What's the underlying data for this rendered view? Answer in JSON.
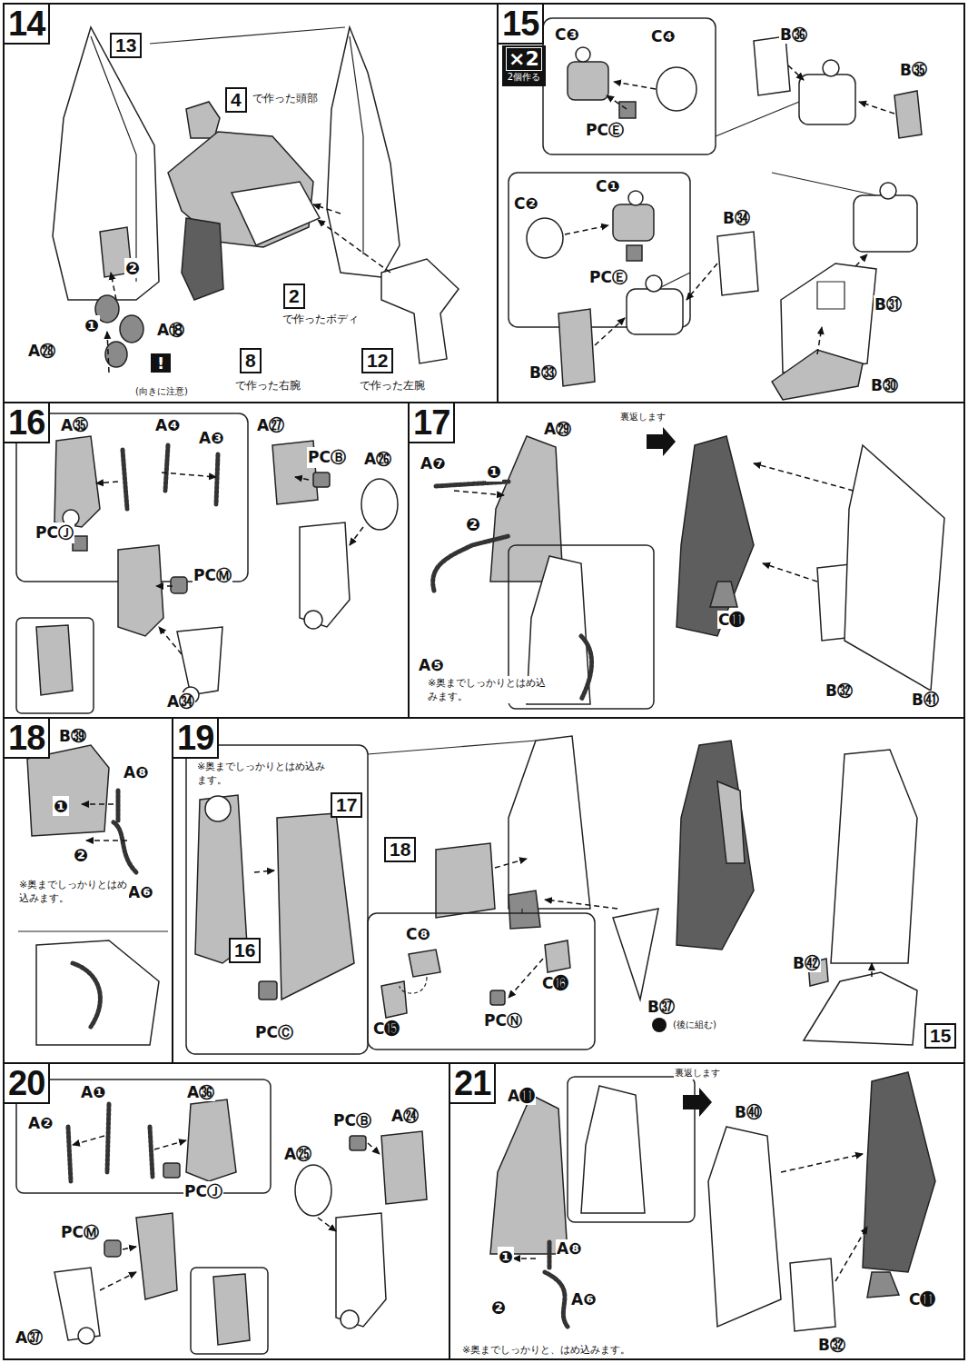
{
  "diagram": {
    "nodes": [
      {
        "text": [
          "14"
        ]
      },
      {
        "text": [
          "13"
        ],
        "in": 0
      },
      {
        "text": [
          "4"
        ],
        "in": 0
      },
      {
        "text": [
          "2"
        ],
        "in": 0
      },
      {
        "text": [
          "8"
        ],
        "in": 0
      },
      {
        "text": [
          "12"
        ],
        "in": 0
      },
      {
        "text": [
          "15"
        ]
      },
      {
        "text": [
          "×2",
          "2個作る"
        ],
        "in": 6
      },
      {
        "text": [
          "16"
        ]
      },
      {
        "text": [
          "17"
        ]
      },
      {
        "text": [
          "18"
        ]
      },
      {
        "text": [
          "19"
        ]
      },
      {
        "text": [
          "17"
        ],
        "in": 11
      },
      {
        "text": [
          "16"
        ],
        "in": 11
      },
      {
        "text": [
          "18"
        ],
        "in": 11
      },
      {
        "text": [
          "15"
        ],
        "in": 11
      },
      {
        "text": [
          "20"
        ]
      },
      {
        "text": [
          "21"
        ]
      }
    ],
    "labels": [
      "A㉘",
      "❷",
      "❶",
      "A⑱",
      "!",
      "(向きに注意)",
      "で作った頭部",
      "で作ったボディ",
      "で作った右腕",
      "で作った左腕",
      "C❸",
      "C❹",
      "PCⒺ",
      "B㊱",
      "B㉟",
      "C❶",
      "C❷",
      "PCⒺ",
      "B㉞",
      "B㉝",
      "B㉛",
      "B㉚",
      "A㉟",
      "A❹",
      "A❸",
      "PCⒿ",
      "PCⓂ",
      "A㉞",
      "A㉗",
      "PCⒷ",
      "A㉖",
      "A㉙",
      "A❼",
      "❶",
      "❷",
      "A❺",
      "※奥までしっかりとはめ込みます。",
      "裏返します",
      "C⓫",
      "B㉜",
      "B㊶",
      "B㊴",
      "A❽",
      "❶",
      "❷",
      "A❻",
      "※奥までしっかりとはめ込みます。",
      "※奥までしっかりとはめ込みます。",
      "PCⒸ",
      "C❽",
      "C⓯",
      "C⓰",
      "PCⓃ",
      "B㊲",
      "(後に組む)",
      "B㊷",
      "A❶",
      "A❷",
      "A㊱",
      "PCⒿ",
      "PCⓂ",
      "A㊲",
      "A㉕",
      "PCⒷ",
      "A㉔",
      "A⓫",
      "A❽",
      "❶",
      "A❻",
      "❷",
      "※奥までしっかりと、はめ込みます。",
      "裏返します",
      "B㊵",
      "C⓫",
      "B㉜"
    ]
  }
}
